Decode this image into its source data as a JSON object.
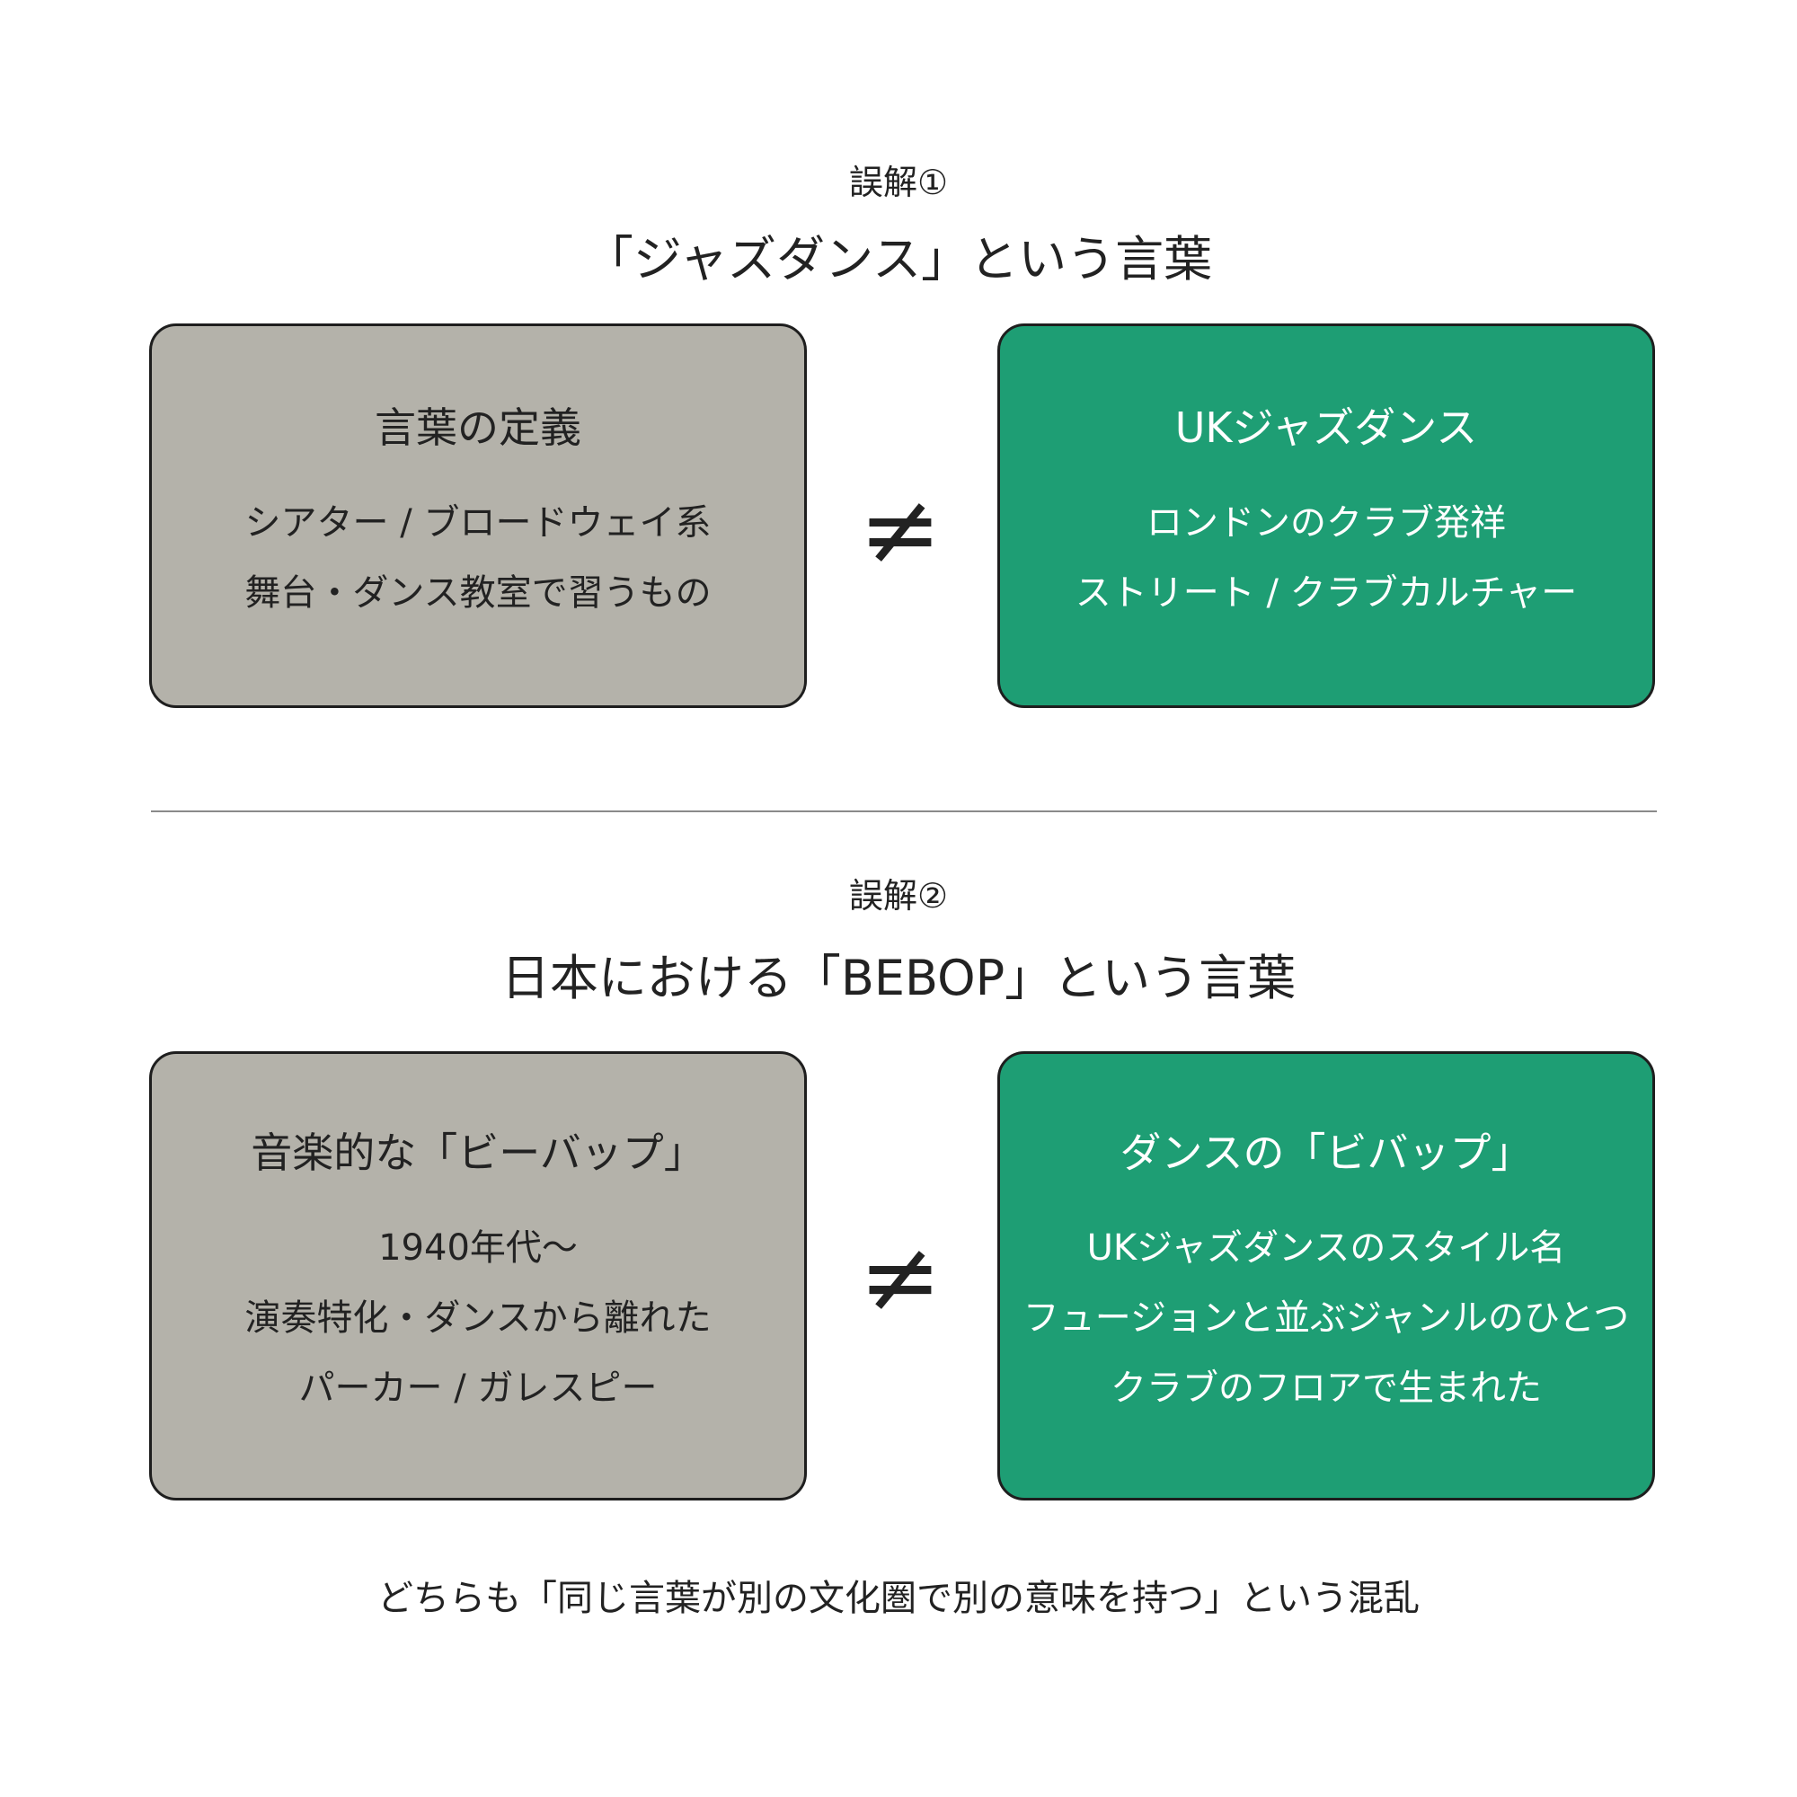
{
  "sections": [
    {
      "label": "誤解①",
      "title": "「ジャズダンス」という言葉",
      "left_card": {
        "title": "言葉の定義",
        "lines": [
          "シアター / ブロードウェイ系",
          "舞台・ダンス教室で習うもの"
        ]
      },
      "relation_symbol": "≠",
      "right_card": {
        "title": "UKジャズダンス",
        "lines": [
          "ロンドンのクラブ発祥",
          "ストリート / クラブカルチャー"
        ]
      }
    },
    {
      "label": "誤解②",
      "title": "日本における「BEBOP」という言葉",
      "left_card": {
        "title": "音楽的な「ビーバップ」",
        "lines": [
          "1940年代〜",
          "演奏特化・ダンスから離れた",
          "パーカー / ガレスピー"
        ]
      },
      "relation_symbol": "≠",
      "right_card": {
        "title": "ダンスの「ビバップ」",
        "lines": [
          "UKジャズダンスのスタイル名",
          "フュージョンと並ぶジャンルのひとつ",
          "クラブのフロアで生まれた"
        ]
      }
    }
  ],
  "footer": "どちらも「同じ言葉が別の文化圏で別の意味を持つ」という混乱",
  "colors": {
    "gray_card": "#b4b2aa",
    "green_card": "#1e9e74",
    "text_dark": "#222222",
    "text_light": "#ffffff",
    "divider": "#8a8a8a"
  }
}
